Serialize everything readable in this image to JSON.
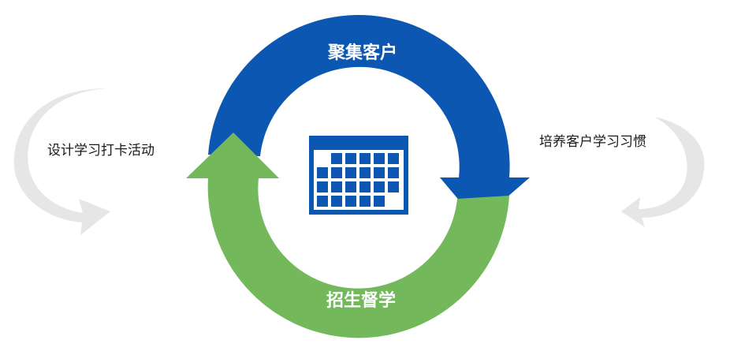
{
  "cycle": {
    "top_label": "聚集客户",
    "bottom_label": "招生督学",
    "left_label": "设计学习打卡活动",
    "right_label": "培养客户学习习惯"
  },
  "colors": {
    "blue": "#0b57b1",
    "green": "#74b85c",
    "gray_arrow": "#e6e6e6",
    "calendar": "#0b57b1"
  },
  "icons": {
    "center": "calendar-icon"
  },
  "calendar": {
    "rows": [
      [
        false,
        true,
        true,
        true,
        true,
        true
      ],
      [
        true,
        true,
        true,
        true,
        true,
        true
      ],
      [
        true,
        true,
        true,
        true,
        true,
        true
      ],
      [
        true,
        true,
        true,
        true,
        true,
        false
      ]
    ]
  }
}
